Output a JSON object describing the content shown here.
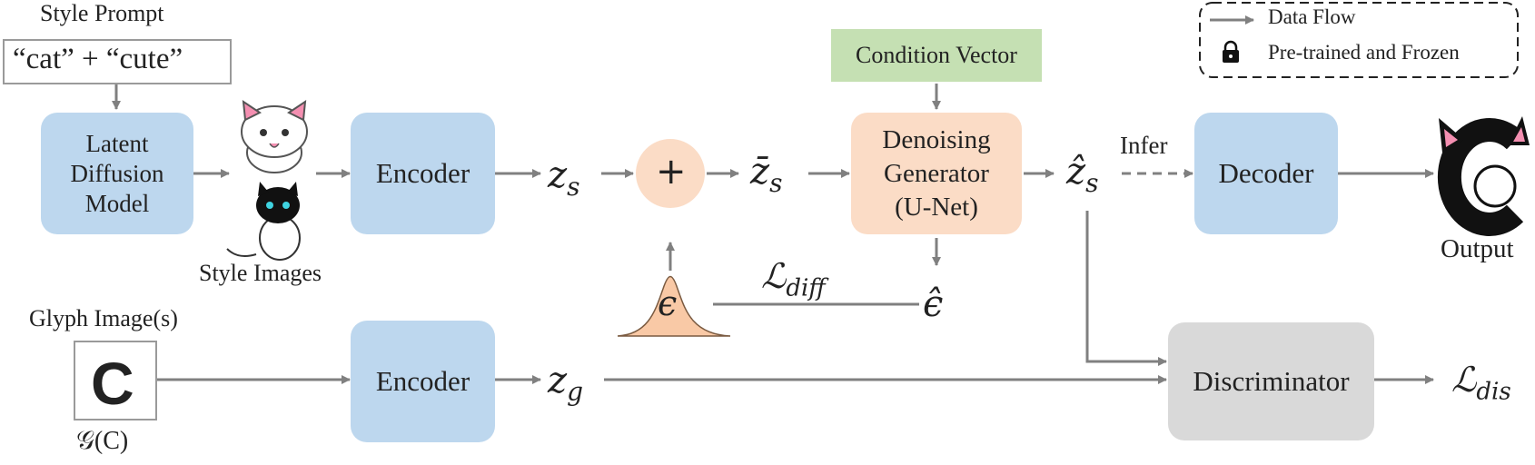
{
  "labels": {
    "style_prompt_title": "Style Prompt",
    "style_prompt_text": "“cat” + “cute”",
    "style_images": "Style Images",
    "glyph_images_title": "Glyph Image(s)",
    "glyph_letter": "C",
    "glyph_caption": "𝒢(C)",
    "output": "Output",
    "infer": "Infer"
  },
  "blocks": {
    "ldm": "Latent Diffusion Model",
    "encoder_top": "Encoder",
    "encoder_bottom": "Encoder",
    "condition_vector": "Condition Vector",
    "denoiser_line1": "Denoising",
    "denoiser_line2": "Generator",
    "denoiser_line3": "(U-Net)",
    "decoder": "Decoder",
    "discriminator": "Discriminator"
  },
  "symbols": {
    "z_s": "z",
    "z_s_sub": "s",
    "z_bar": "z̄",
    "z_bar_sub": "s",
    "z_hat": "ẑ",
    "z_hat_sub": "s",
    "z_g": "z",
    "z_g_sub": "g",
    "plus": "+",
    "epsilon": "ϵ",
    "epsilon_hat": "ϵ̂",
    "loss_diff": "ℒ",
    "loss_diff_sub": "diff",
    "loss_dis": "ℒ",
    "loss_dis_sub": "dis"
  },
  "legend": {
    "data_flow": "Data Flow",
    "frozen": "Pre-trained and Frozen"
  },
  "colors": {
    "blue_block": "#bdd7ee",
    "peach_block": "#fbdcc6",
    "gray_block": "#d9d9d9",
    "green_block": "#c5e0b3",
    "arrow": "#808080"
  }
}
